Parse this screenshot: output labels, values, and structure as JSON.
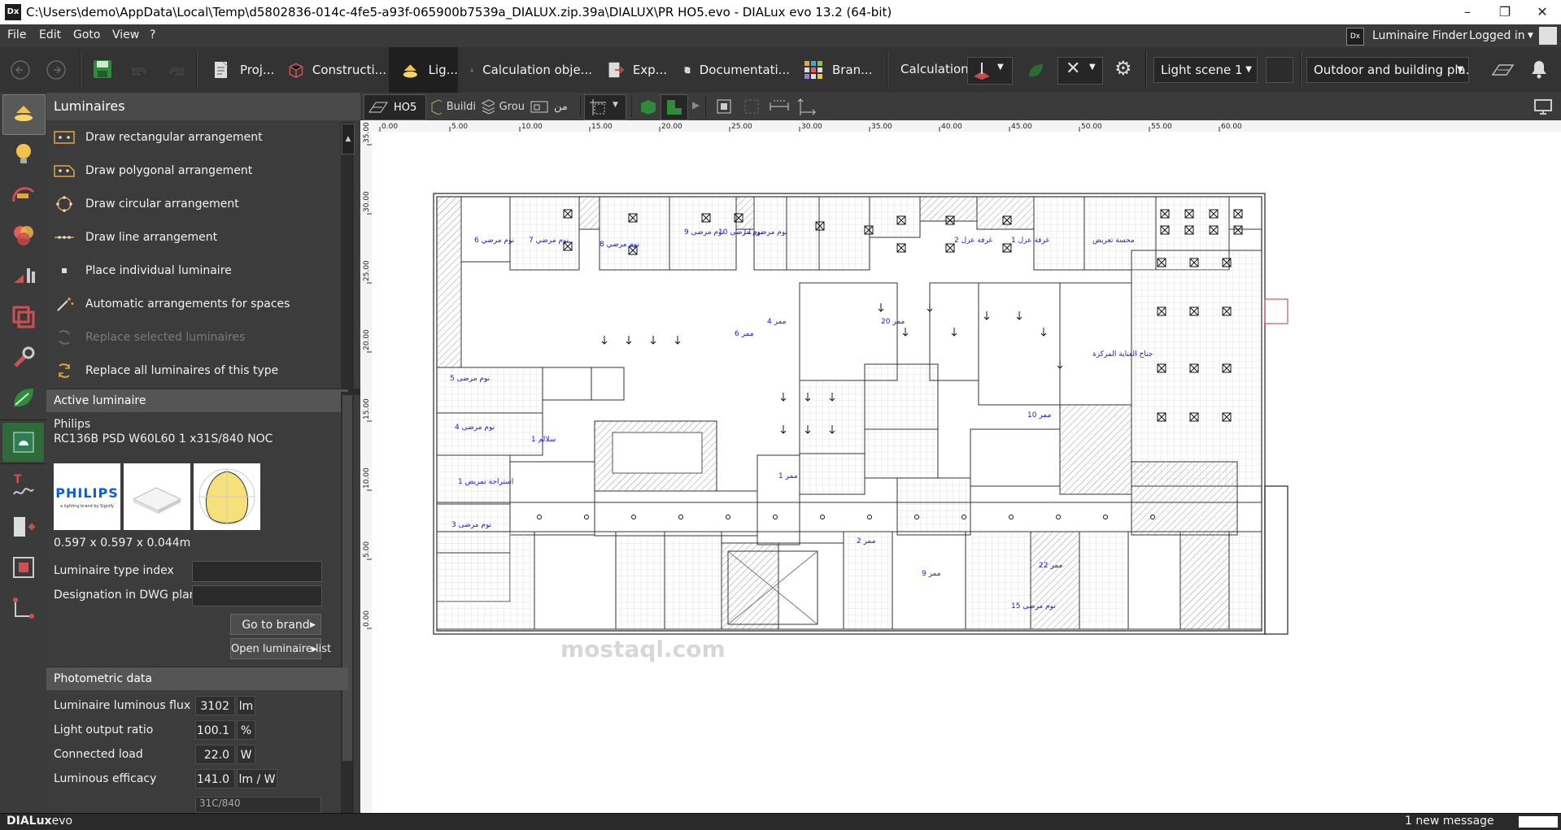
{
  "window": {
    "logo": "Dx",
    "title": "C:\\Users\\demo\\AppData\\Local\\Temp\\d5802836-014c-4fe5-a93f-065900b7539a_DIALUX.zip.39a\\DIALUX\\PR HO5.evo - DIALux evo 13.2  (64-bit)",
    "minimize": "–",
    "maximize": "❐",
    "close": "✕"
  },
  "menu": [
    "File",
    "Edit",
    "Goto",
    "View",
    "?"
  ],
  "toolbar": {
    "tabs": [
      {
        "label": "Proj...",
        "icon": "project-icon"
      },
      {
        "label": "Constructi...",
        "icon": "construction-icon"
      },
      {
        "label": "Lig...",
        "icon": "light-icon"
      },
      {
        "label": "Calculation obje...",
        "icon": "calculation-objects-icon"
      },
      {
        "label": "Exp...",
        "icon": "export-icon"
      },
      {
        "label": "Documentati...",
        "icon": "documentation-icon"
      },
      {
        "label": "Bran...",
        "icon": "brands-icon"
      }
    ],
    "calculation_label": "Calculation",
    "light_scene": "Light scene 1",
    "outdoor_building": "Outdoor and building pla...",
    "luminaire_finder": "Luminaire Finder",
    "logged_in": "Logged in"
  },
  "panel": {
    "luminaires_title": "Luminaires",
    "arrangements": [
      {
        "label": "Draw rectangular arrangement",
        "enabled": true
      },
      {
        "label": "Draw polygonal arrangement",
        "enabled": true
      },
      {
        "label": "Draw circular arrangement",
        "enabled": true
      },
      {
        "label": "Draw line arrangement",
        "enabled": true
      },
      {
        "label": "Place individual luminaire",
        "enabled": true
      },
      {
        "label": "Automatic arrangements for spaces",
        "enabled": true
      },
      {
        "label": "Replace selected luminaires",
        "enabled": false
      },
      {
        "label": "Replace all luminaires of this type",
        "enabled": true
      }
    ],
    "active_title": "Active luminaire",
    "manufacturer": "Philips",
    "model": "RC136B PSD W60L60 1 x31S/840 NOC",
    "brand_logo_text": "PHILIPS",
    "brand_tagline": "a lighting brand by Signify",
    "dimensions": "0.597 x 0.597 x 0.044m",
    "type_index_label": "Luminaire type index",
    "type_index_value": "",
    "designation_label": "Designation in DWG plan",
    "designation_value": "",
    "go_to_brand": "Go to brand",
    "open_list": "Open luminaire list",
    "photometric_title": "Photometric data",
    "photometric": [
      {
        "label": "Luminaire luminous flux",
        "value": "3102",
        "unit": "lm"
      },
      {
        "label": "Light output ratio",
        "value": "100.1",
        "unit": "%"
      },
      {
        "label": "Connected load",
        "value": "22.0",
        "unit": "W"
      },
      {
        "label": "Luminous efficacy",
        "value": "141.0",
        "unit": "lm / W"
      }
    ],
    "partial_value": "31C/840"
  },
  "viewbar": {
    "tabs": [
      "HO5",
      "Buildi",
      "Grou",
      "من"
    ]
  },
  "ruler": {
    "x_ticks": [
      "0.00",
      "5.00",
      "10.00",
      "15.00",
      "20.00",
      "25.00",
      "30.00",
      "35.00",
      "40.00",
      "45.00",
      "50.00",
      "55.00",
      "60.00"
    ],
    "y_ticks": [
      "35.00",
      "30.00",
      "25.00",
      "20.00",
      "15.00",
      "10.00",
      "5.00",
      "0.00"
    ]
  },
  "watermark": "mostaql.com",
  "status": {
    "app_name_a": "DIALux",
    "app_name_b": "evo",
    "message": "1 new message"
  },
  "colors": {
    "accent_orange": "#e8a33a",
    "panel_bg": "#3c3c3c",
    "plan_text": "#1a1adb"
  }
}
